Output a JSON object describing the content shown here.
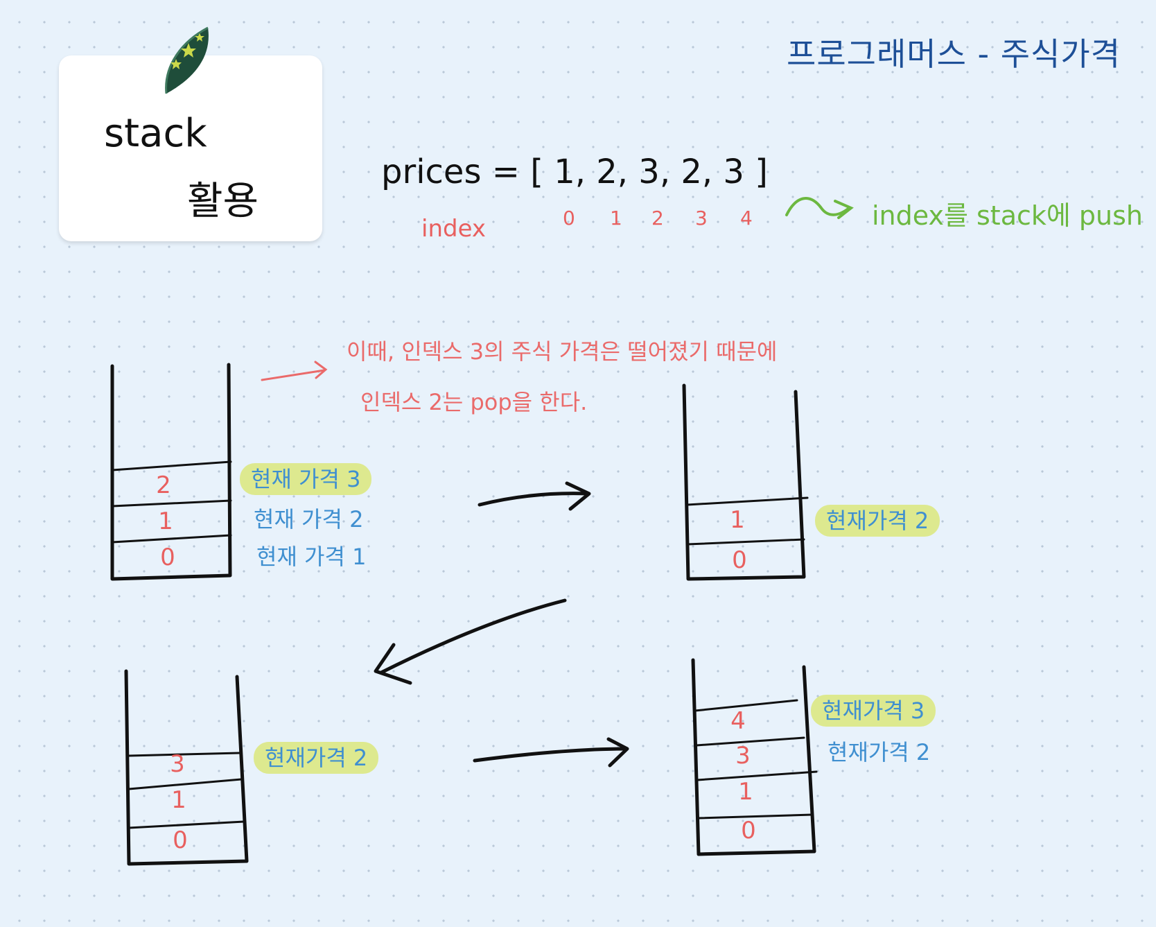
{
  "title": "프로그래머스 - 주식가격",
  "card": {
    "line1": "stack",
    "line2": "활용"
  },
  "prices_formula": "prices = [ 1, 2, 3, 2, 3 ]",
  "index_label": "index",
  "indices": [
    "0",
    "1",
    "2",
    "3",
    "4"
  ],
  "green_note": "index를 stack에 push",
  "red_note": {
    "line1": "이때, 인덱스 3의 주식 가격은 떨어졌기 때문에",
    "line2": "인덱스 2는 pop을 한다."
  },
  "stacks": {
    "s1": {
      "items": [
        "2",
        "1",
        "0"
      ],
      "labels": [
        "현재 가격 3",
        "현재 가격 2",
        "현재 가격 1"
      ]
    },
    "s2": {
      "items": [
        "1",
        "0"
      ],
      "labels": [
        "현재가격 2"
      ]
    },
    "s3": {
      "items": [
        "3",
        "1",
        "0"
      ],
      "labels": [
        "현재가격 2"
      ]
    },
    "s4": {
      "items": [
        "4",
        "3",
        "1",
        "0"
      ],
      "labels": [
        "현재가격 3",
        "현재가격 2"
      ]
    }
  },
  "colors": {
    "title": "#1d4f97",
    "red": "#e8605f",
    "green": "#6cb840",
    "blue": "#3f8fd0",
    "highlight": "#dde98f"
  }
}
